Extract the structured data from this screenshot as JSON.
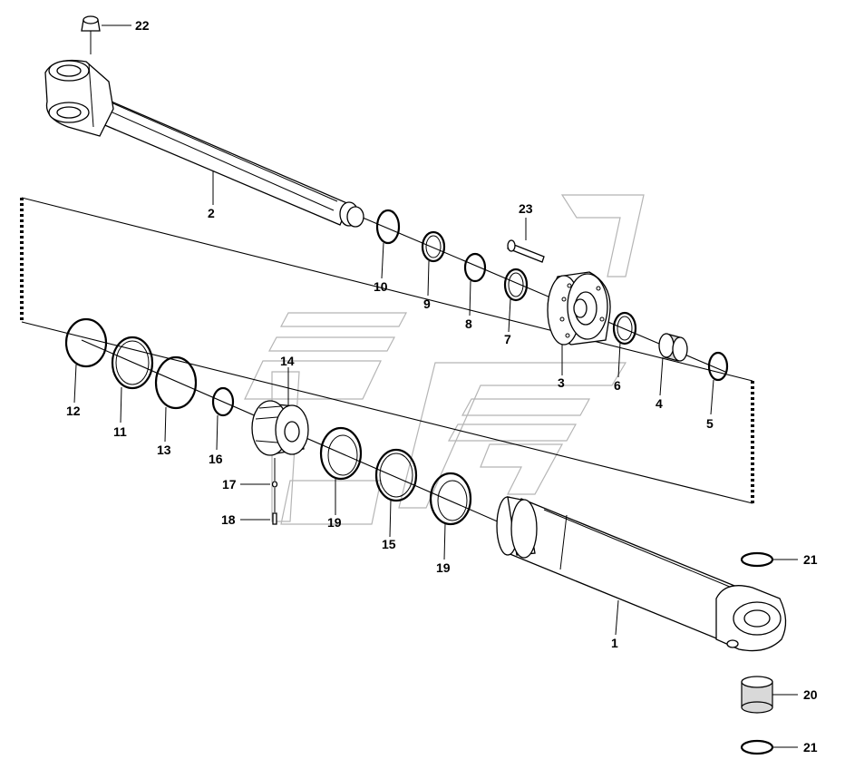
{
  "diagram": {
    "callouts": [
      {
        "id": "1",
        "text": "1"
      },
      {
        "id": "2",
        "text": "2"
      },
      {
        "id": "3",
        "text": "3"
      },
      {
        "id": "4",
        "text": "4"
      },
      {
        "id": "5",
        "text": "5"
      },
      {
        "id": "6",
        "text": "6"
      },
      {
        "id": "7",
        "text": "7"
      },
      {
        "id": "8",
        "text": "8"
      },
      {
        "id": "9",
        "text": "9"
      },
      {
        "id": "10",
        "text": "10"
      },
      {
        "id": "11",
        "text": "11"
      },
      {
        "id": "12",
        "text": "12"
      },
      {
        "id": "13",
        "text": "13"
      },
      {
        "id": "14",
        "text": "14"
      },
      {
        "id": "15",
        "text": "15"
      },
      {
        "id": "16",
        "text": "16"
      },
      {
        "id": "17",
        "text": "17"
      },
      {
        "id": "18",
        "text": "18"
      },
      {
        "id": "19a",
        "text": "19"
      },
      {
        "id": "19b",
        "text": "19"
      },
      {
        "id": "20",
        "text": "20"
      },
      {
        "id": "21a",
        "text": "21"
      },
      {
        "id": "21b",
        "text": "21"
      },
      {
        "id": "22",
        "text": "22"
      },
      {
        "id": "23",
        "text": "23"
      }
    ],
    "colors": {
      "line": "#000000",
      "watermark": "#b5b5b5",
      "shade": "#d9d9d9"
    }
  }
}
